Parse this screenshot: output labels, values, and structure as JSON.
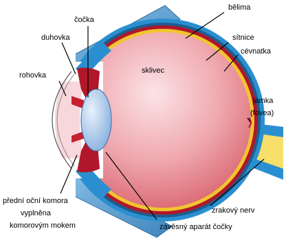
{
  "labels": {
    "cocka": "čočka",
    "duhovka": "duhovka",
    "rohovka": "rohovka",
    "belima": "bělima",
    "sitnice": "sítnice",
    "cevnatka": "cévnatka",
    "sklivec": "sklivec",
    "jamka_1": "jamka",
    "jamka_2": "(fovea)",
    "predni_1": "přední oční komora",
    "predni_2": "vyplněna",
    "predni_3": "komorovým mokem",
    "zrakovy_nerv": "zrakový nerv",
    "zavesny": "závěsný aparát čočky"
  },
  "colors": {
    "sclera_blue": "#2a8fd0",
    "sclera_dark": "#1c5f8f",
    "choroid_red": "#b0172a",
    "retina_yellow": "#f2c430",
    "vitreous_pink": "#e98e97",
    "lens_blue": "#a9cbee",
    "nerve_yellow": "#f7df6a",
    "muscle_blue": "#5fa4d4"
  }
}
